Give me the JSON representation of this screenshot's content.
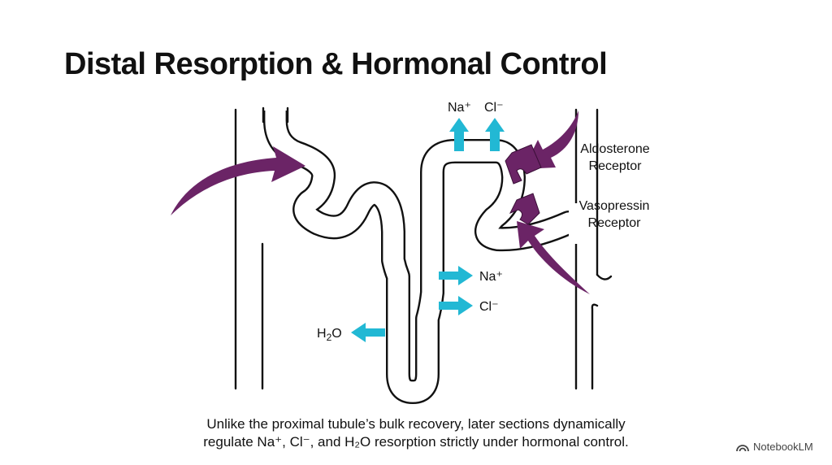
{
  "title": "Distal Resorption & Hormonal Control",
  "colors": {
    "ion_arrow": "#22B8D4",
    "hormone_arrow": "#6B2466",
    "receptor": "#6B2466",
    "outline": "#111111"
  },
  "labels": {
    "top_na": "Na⁺",
    "top_cl": "Cl⁻",
    "mid_na": "Na⁺",
    "mid_cl": "Cl⁻",
    "water_main": "H",
    "water_sub": "2",
    "water_tail": "O",
    "aldosterone_line1": "Aldosterone",
    "aldosterone_line2": "Receptor",
    "vasopressin_line1": "Vasopressin",
    "vasopressin_line2": "Receptor"
  },
  "caption": {
    "line1": "Unlike the proximal tubule’s bulk recovery, later sections dynamically",
    "line2": "regulate Na⁺, Cl⁻, and H₂O resorption strictly under hormonal control."
  },
  "brand": "NotebookLM",
  "icons": [
    "ion-arrow-icon",
    "hormone-arrow-icon",
    "receptor-icon",
    "notebooklm-logo-icon"
  ]
}
